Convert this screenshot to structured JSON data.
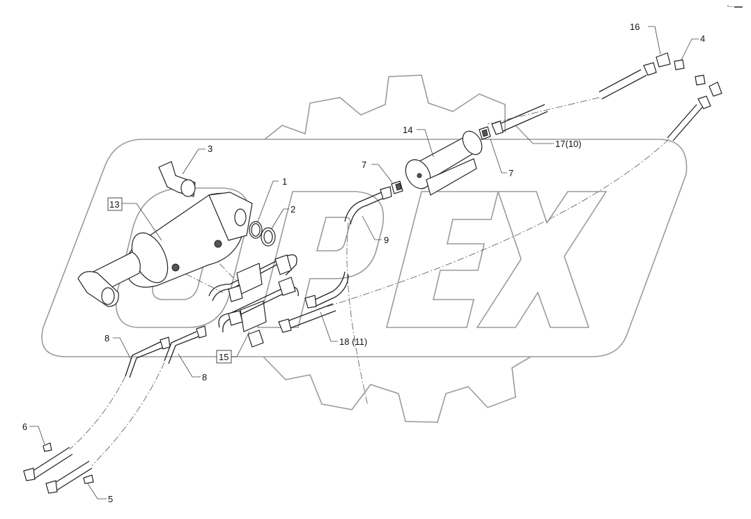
{
  "watermark": {
    "brand_text": "OPEX",
    "color": "#9a9a9a"
  },
  "corner_mark": "•— ▬▬",
  "callouts": [
    {
      "id": "c1",
      "text": "1"
    },
    {
      "id": "c2",
      "text": "2"
    },
    {
      "id": "c3",
      "text": "3"
    },
    {
      "id": "c4",
      "text": "4"
    },
    {
      "id": "c5",
      "text": "5"
    },
    {
      "id": "c6",
      "text": "6"
    },
    {
      "id": "c7a",
      "text": "7"
    },
    {
      "id": "c7b",
      "text": "7"
    },
    {
      "id": "c8a",
      "text": "8"
    },
    {
      "id": "c8b",
      "text": "8"
    },
    {
      "id": "c9",
      "text": "9"
    },
    {
      "id": "c13",
      "text": "13",
      "boxed": true
    },
    {
      "id": "c14",
      "text": "14"
    },
    {
      "id": "c15",
      "text": "15",
      "boxed": true
    },
    {
      "id": "c16",
      "text": "16"
    },
    {
      "id": "c17",
      "text": "17(10)"
    },
    {
      "id": "c18",
      "text": "18 (11)"
    }
  ],
  "parts": [
    {
      "ref": "1",
      "name": "o-ring"
    },
    {
      "ref": "2",
      "name": "washer"
    },
    {
      "ref": "3",
      "name": "pin"
    },
    {
      "ref": "4",
      "name": "adapter"
    },
    {
      "ref": "5",
      "name": "clamp"
    },
    {
      "ref": "6",
      "name": "clamp"
    },
    {
      "ref": "7",
      "name": "fitting"
    },
    {
      "ref": "8",
      "name": "hose"
    },
    {
      "ref": "9",
      "name": "hose"
    },
    {
      "ref": "13",
      "name": "hydraulic-cylinder"
    },
    {
      "ref": "14",
      "name": "accumulator"
    },
    {
      "ref": "15",
      "name": "valve-block"
    },
    {
      "ref": "16",
      "name": "elbow-fitting"
    },
    {
      "ref": "17",
      "name": "hose"
    },
    {
      "ref": "18",
      "name": "hose"
    }
  ]
}
